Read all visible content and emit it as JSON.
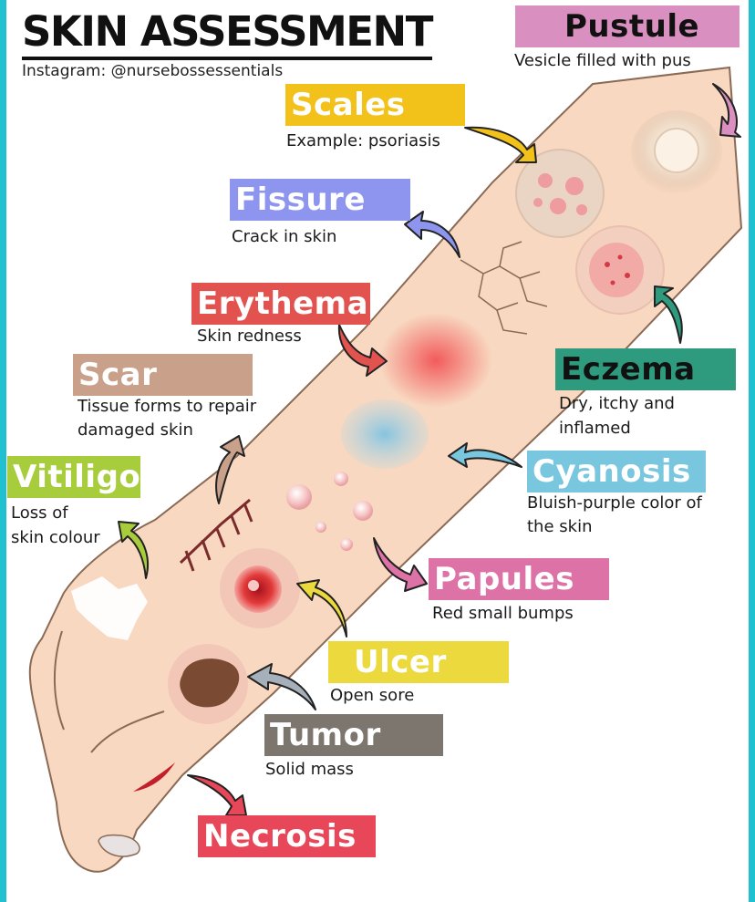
{
  "title": "SKIN ASSESSMENT",
  "instagram": "Instagram: @nursebossessentials",
  "colors": {
    "frame": "#1fc0cf",
    "skin": "#f8d8c0",
    "skin_outline": "#8a6a55",
    "pustule": "#d98fbf",
    "scales": "#f2c21b",
    "fissure": "#8e95ef",
    "erythema": "#e2534f",
    "scar": "#c9a08a",
    "eczema": "#2e9a7e",
    "cyanosis": "#79c7df",
    "vitiligo": "#a7cc3c",
    "papules": "#dd72a6",
    "ulcer": "#ecd93d",
    "tumor": "#7c766f",
    "necrosis": "#e8475a"
  },
  "terms": {
    "pustule": {
      "name": "Pustule",
      "desc": "Vesicle filled with pus"
    },
    "scales": {
      "name": "Scales",
      "desc": "Example: psoriasis"
    },
    "fissure": {
      "name": "Fissure",
      "desc": "Crack in skin"
    },
    "erythema": {
      "name": "Erythema",
      "desc": "Skin redness"
    },
    "scar": {
      "name": "Scar",
      "desc1": "Tissue forms to repair",
      "desc2": "damaged skin"
    },
    "eczema": {
      "name": "Eczema",
      "desc1": "Dry, itchy and",
      "desc2": "inflamed"
    },
    "vitiligo": {
      "name": "Vitiligo",
      "desc1": "Loss of",
      "desc2": "skin colour"
    },
    "cyanosis": {
      "name": "Cyanosis",
      "desc1": "Bluish-purple color of",
      "desc2": "the skin"
    },
    "papules": {
      "name": "Papules",
      "desc": "Red small bumps"
    },
    "ulcer": {
      "name": "Ulcer",
      "desc": "Open sore"
    },
    "tumor": {
      "name": "Tumor",
      "desc": "Solid mass"
    },
    "necrosis": {
      "name": "Necrosis"
    }
  }
}
